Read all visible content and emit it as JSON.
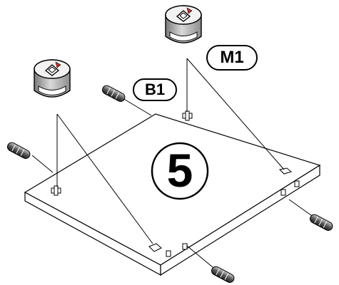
{
  "callouts": {
    "top_right_part": "M1",
    "left_part": "B1"
  },
  "step": {
    "number": "5"
  },
  "colors": {
    "line": "#000000",
    "background": "#ffffff",
    "metal_light": "#e9e9e9",
    "metal_mid": "#bdbdbd",
    "metal_dark": "#7a7a7a",
    "arrow_red": "#d62828",
    "dowel_light": "#9a9a9a",
    "dowel_dark": "#2e2e2e"
  },
  "icons": {
    "cam_lock": "cam-lock-icon",
    "wood_dowel": "wood-dowel-icon",
    "arrow": "red-arrow-icon"
  }
}
